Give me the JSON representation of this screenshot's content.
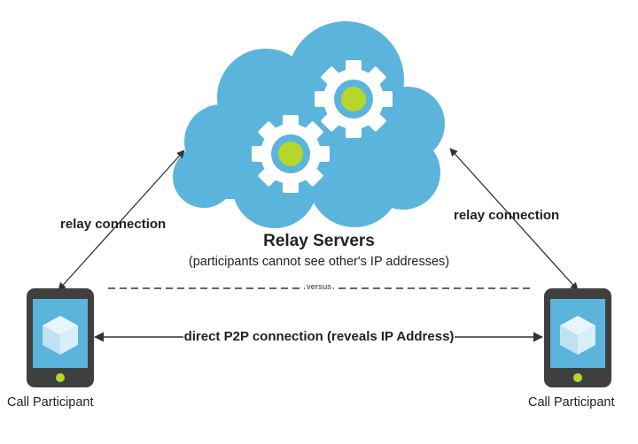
{
  "cloud": {
    "title": "Relay Servers",
    "subtitle": "(participants cannot see other's IP addresses)",
    "cloud_color": "#5bb4dc",
    "gear_color": "#ffffff",
    "hub_color": "#b6d62a"
  },
  "connections": {
    "relay_left": "relay connection",
    "relay_right": "relay connection",
    "versus": "versus",
    "direct": "direct P2P connection (reveals IP Address)"
  },
  "participants": {
    "left_label": "Call Participant",
    "right_label": "Call Participant",
    "phone_color": "#3f3f3f",
    "screen_color": "#5bb4dc",
    "button_color": "#b6d62a"
  }
}
